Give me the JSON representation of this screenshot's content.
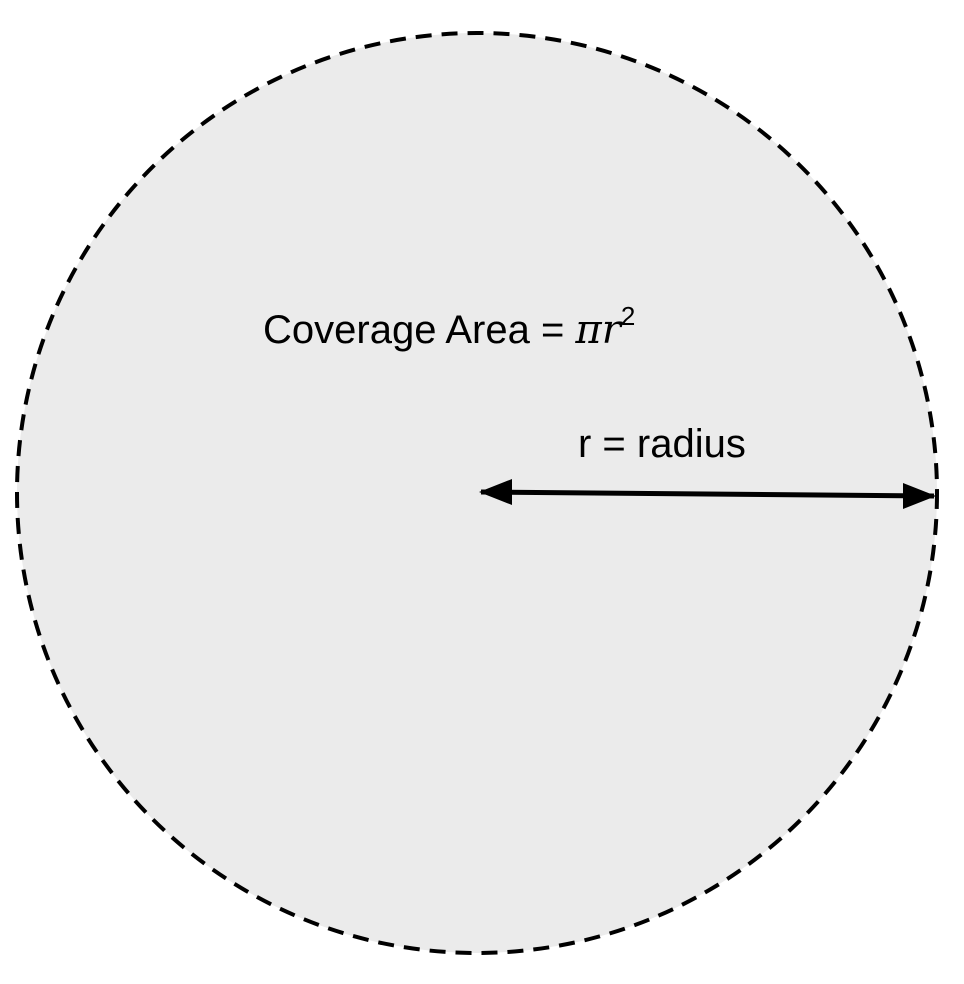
{
  "diagram": {
    "area_label": {
      "prefix": "Coverage Area = ",
      "pi": "π",
      "r": "r",
      "exponent": "2"
    },
    "radius_label": "r = radius"
  },
  "colors": {
    "fill": "#ebebeb",
    "stroke": "#000000",
    "background": "#ffffff"
  }
}
